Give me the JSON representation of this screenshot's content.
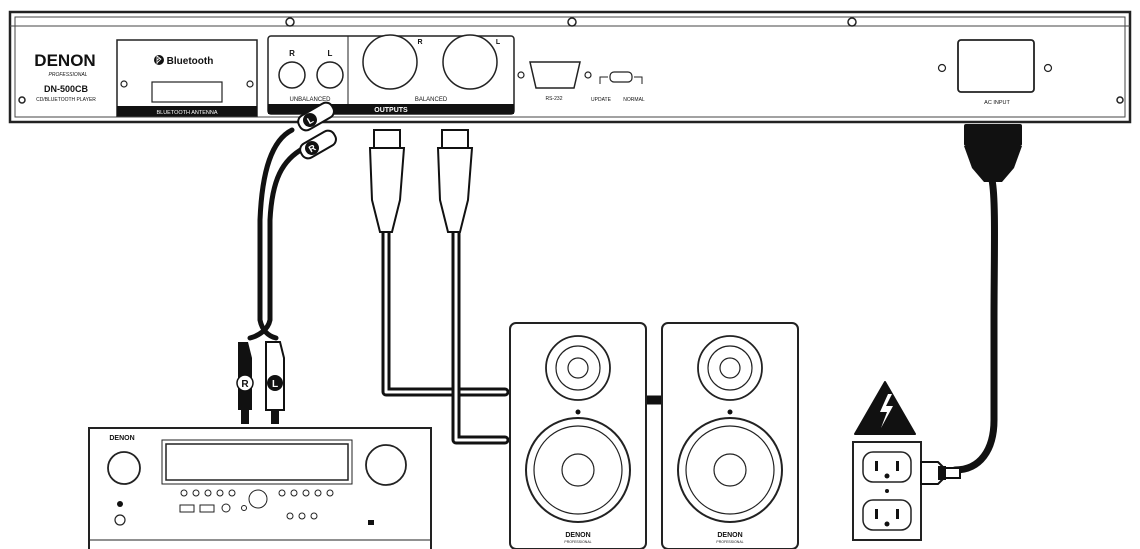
{
  "rear_panel": {
    "brand": "DENON",
    "brand_sub": "PROFESSIONAL",
    "model": "DN-500CB",
    "model_sub": "CD/BLUETOOTH PLAYER",
    "bluetooth_label": "Bluetooth",
    "bluetooth_antenna_label": "BLUETOOTH ANTENNA",
    "rca_r": "R",
    "rca_l": "L",
    "unbalanced_label": "UNBALANCED",
    "xlr_r": "R",
    "xlr_l": "L",
    "balanced_label": "BALANCED",
    "outputs_label": "OUTPUTS",
    "rs232_label": "RS-232",
    "update_label": "UPDATE",
    "normal_label": "NORMAL",
    "ac_input_label": "AC INPUT"
  },
  "cables": {
    "rca_top_l": "L",
    "rca_top_r": "R",
    "rca_bottom_r": "R",
    "rca_bottom_l": "L"
  },
  "receiver": {
    "brand": "DENON"
  },
  "speakers": [
    {
      "brand": "DENON",
      "brand_sub": "PROFESSIONAL"
    },
    {
      "brand": "DENON",
      "brand_sub": "PROFESSIONAL"
    }
  ]
}
